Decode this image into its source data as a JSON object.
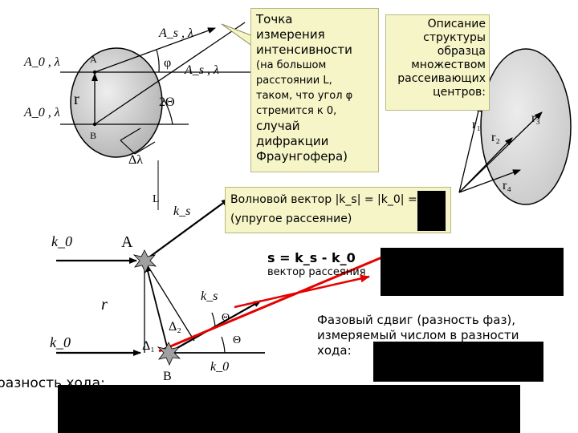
{
  "labels": {
    "as_lambda_1": "A_s , λ",
    "a0_lambda_1": "A_0 , λ",
    "a0_lambda_2": "A_0 , λ",
    "point_a_top": "A",
    "phi": "φ",
    "as_lambda_2": "A_s , λ",
    "r_top": "r",
    "two_theta": "2Θ",
    "point_b_top": "B",
    "delta_lambda": "Δλ",
    "big_l": "L",
    "ks_top": "k_s",
    "k0_mid": "k_0",
    "point_a_bottom": "A",
    "r_bottom": "r",
    "ks_bottom": "k_s",
    "delta_2": "Δ₂",
    "theta_1": "Θ",
    "theta_2": "Θ",
    "k0_bottom_left": "k_0",
    "delta_1": "Δ₁",
    "point_b_bottom": "B",
    "k0_bottom": "k_0",
    "r1": "r₁",
    "r2": "r₂",
    "r3": "r₃",
    "r4": "r₄"
  },
  "measurement_box": {
    "lines": [
      "Точка",
      "измерения",
      "интенсивности",
      "(на большом",
      "расстоянии L,",
      "таком, что угол φ",
      "стремится к 0,",
      "случай",
      "дифракции",
      "Фраунгофера)"
    ]
  },
  "structure_box": {
    "lines": [
      "Описание",
      "структуры",
      "образца",
      "множеством",
      "рассеивающих",
      "центров:"
    ]
  },
  "wave_vector_box": {
    "line1": "Волновой вектор |k_s| = |k_0| =",
    "line2": "(упругое рассеяние)"
  },
  "scattering_vector": {
    "formula": "s = k_s - k_0",
    "caption": "вектор рассеяния"
  },
  "phase_shift": {
    "lines": [
      "Фазовый сдвиг (разность фаз),",
      "измеряемый числом в разности",
      "хода:"
    ]
  },
  "path_difference": "разность хода:",
  "colors": {
    "arrow_red": "#e60000",
    "ellipse_fill": "#d9d9d9",
    "box_fill": "#f5f5c8",
    "hidden_block": "#000000"
  }
}
